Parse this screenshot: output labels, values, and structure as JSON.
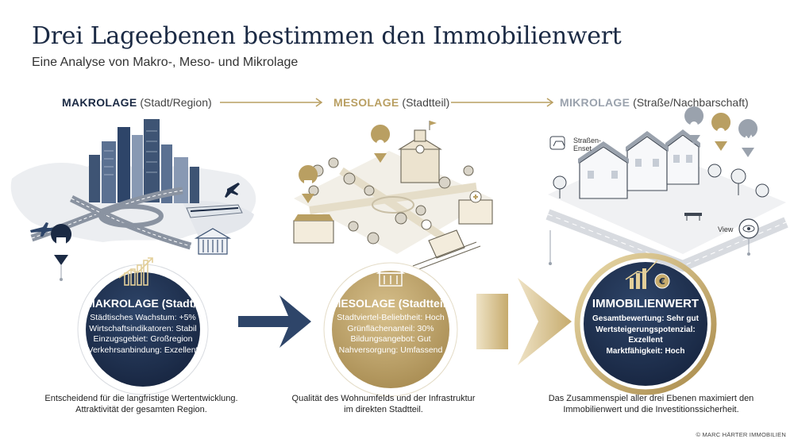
{
  "title": "Drei Lageebenen bestimmen den Immobilienwert",
  "subtitle": "Eine Analyse von Makro-, Meso- und Mikrolage",
  "levels": [
    {
      "name": "MAKROLAGE",
      "detail": "(Stadt/Region)"
    },
    {
      "name": "MESOLAGE",
      "detail": "(Stadtteil)"
    },
    {
      "name": "MIKROLAGE",
      "detail": "(Straße/Nachbarschaft)"
    }
  ],
  "circles": [
    {
      "title": "MAKROLAGE (Stadt/)",
      "lines": [
        "Städtisches Wachstum: +5%",
        "Wirtschaftsindikatoren: Stabil",
        "Einzugsgebiet: Großregion",
        "Verkehrsanbindung: Exzellent"
      ]
    },
    {
      "title": "MESOLAGE (Stadtteil)",
      "lines": [
        "Stadtviertel-Beliebtheit: Hoch",
        "Grünflächenanteil: 30%",
        "Bildungsangebot: Gut",
        "Nahversorgung: Umfassend"
      ]
    },
    {
      "title": "IMMOBILIENWERT",
      "lines": [
        "Gesamtbewertung: Sehr gut",
        "Wertsteigerungspotenzial:",
        "Exzellent",
        "Marktfähigkeit: Hoch"
      ]
    }
  ],
  "captions": [
    [
      "Entscheidend für die langfristige Wertentwicklung.",
      "Attraktivität der gesamten Region."
    ],
    [
      "Qualität des Wohnumfelds und der Infrastruktur",
      "im direkten Stadtteil."
    ],
    [
      "Das Zusammenspiel aller drei Ebenen maximiert den",
      "Immobilienwert und die Investitionssicherheit."
    ]
  ],
  "labels": {
    "street": "Straßen-",
    "street2": "Enset",
    "view": "View"
  },
  "copyright": "© MARC HÄRTER IMMOBILIEN",
  "colors": {
    "navy": "#1b2a44",
    "gold": "#b99f62",
    "grey": "#9aa2ad"
  }
}
